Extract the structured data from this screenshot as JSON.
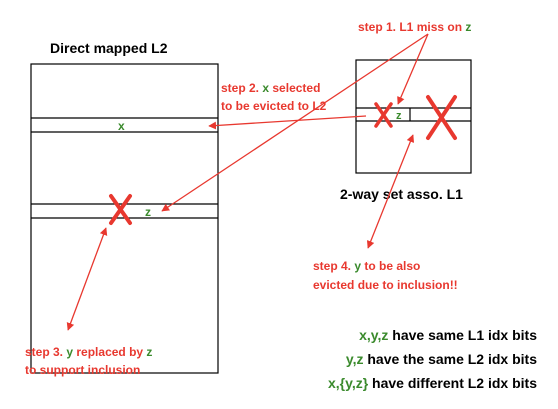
{
  "l2": {
    "title": "Direct mapped L2",
    "line_x": "x",
    "line_z": "z"
  },
  "l1": {
    "title": "2-way set asso. L1",
    "way0_tag": "z"
  },
  "steps": {
    "step1": {
      "prefix": "step 1. L1 miss on ",
      "var": "z"
    },
    "step2": {
      "line1_prefix": "step 2. ",
      "var": "x",
      "line1_suffix": " selected",
      "line2": "to be evicted to L2"
    },
    "step3": {
      "line1_prefix": "step 3. ",
      "var1": "y",
      "line1_mid": " replaced by ",
      "var2": "z",
      "line2": "to support inclusion"
    },
    "step4": {
      "line1_prefix": "step 4. ",
      "var": "y",
      "line1_suffix": " to be also",
      "line2": "evicted  due to inclusion!!"
    }
  },
  "notes": {
    "n1": {
      "vars": "x,y,z",
      "text": " have same L1 idx bits"
    },
    "n2": {
      "vars": "y,z",
      "text": " have the same L2 idx bits"
    },
    "n3": {
      "vars_a": "x,",
      "vars_b": "{y,z}",
      "text": " have different L2 idx bits"
    }
  },
  "colors": {
    "annotation": "#e8382f",
    "variable": "#3a8a2c",
    "outline": "#000000",
    "cross": "#e8382f"
  }
}
